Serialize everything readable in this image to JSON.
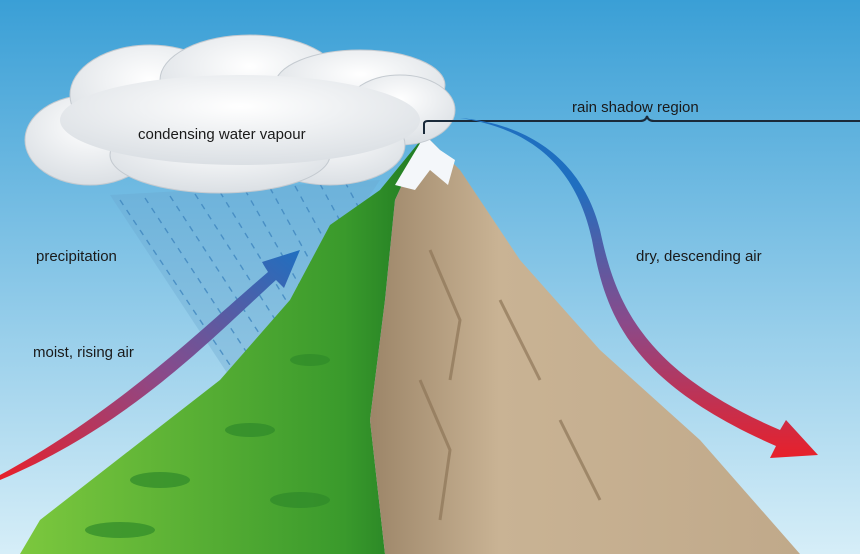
{
  "labels": {
    "cloud": "condensing water vapour",
    "rain_shadow": "rain shadow region",
    "precipitation": "precipitation",
    "moist_air": "moist, rising air",
    "dry_air": "dry, descending air"
  },
  "colors": {
    "sky_top": "#3a9fd6",
    "sky_bottom": "#d6eef8",
    "green": "#3e9e2e",
    "brown": "#c2ab8c",
    "warm_arrow": "#e8202a",
    "cool_arrow": "#1f6fc0"
  }
}
